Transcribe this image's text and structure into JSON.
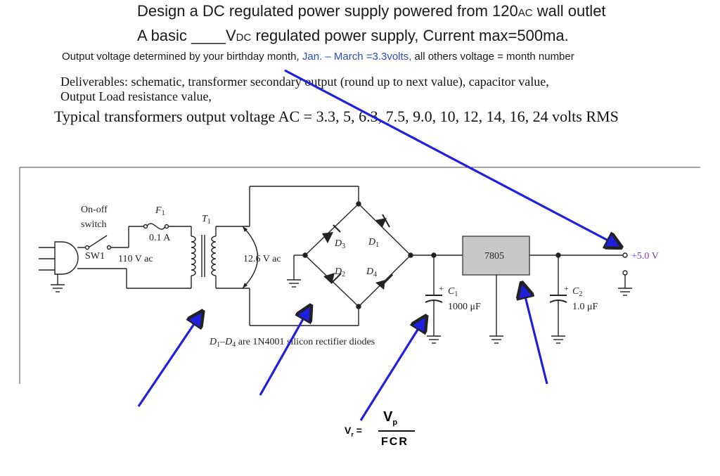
{
  "header": {
    "title": "Design a DC regulated power supply powered from 120",
    "title_ac": "AC",
    "title_end": " wall outlet",
    "subtitle_start": "A basic ____V",
    "subtitle_dc": "DC",
    "subtitle_end": " regulated power supply,  Current max=500ma.",
    "note_start": "Output voltage determined by your birthday month, ",
    "note_blue": "Jan. – March =3.3volts,",
    "note_end": " all others voltage = month number",
    "deliverables_1": "Deliverables: schematic, transformer secondary output (round up to next value), capacitor value,",
    "deliverables_2": "Output Load resistance value,",
    "typical": "Typical transformers output voltage AC = 3.3, 5, 6.3, 7.5, 9.0, 10, 12, 14, 16, 24 volts RMS"
  },
  "schematic": {
    "switch_label_1": "On-off",
    "switch_label_2": "switch",
    "switch_ref": "SW1",
    "input_voltage": "110 V ac",
    "fuse_ref": "F",
    "fuse_sub": "1",
    "fuse_value": "0.1 A",
    "transformer_ref": "T",
    "transformer_sub": "1",
    "secondary_voltage": "12.6 V ac",
    "d1": "D",
    "d1_sub": "1",
    "d2": "D",
    "d2_sub": "2",
    "d3": "D",
    "d3_sub": "3",
    "d4": "D",
    "d4_sub": "4",
    "regulator": "7805",
    "c1_ref": "C",
    "c1_sub": "1",
    "c1_value": "1000 μF",
    "c2_ref": "C",
    "c2_sub": "2",
    "c2_value": "1.0 μF",
    "output_voltage": "+5.0 V",
    "diode_note_a": "D",
    "diode_note_a_sub": "1",
    "diode_note_dash": "–D",
    "diode_note_b_sub": "4",
    "diode_note_end": " are 1N4001 silicon rectifier diodes",
    "plus": "+"
  },
  "formula": {
    "lhs": "V",
    "lhs_sub": "r",
    "equals": " =",
    "numerator": "V",
    "numerator_sub": "p",
    "denominator": "FCR"
  },
  "colors": {
    "arrow": "#1f1fe0",
    "output_label": "#7a3fbf",
    "note_blue": "#2a4bbf",
    "regulator_fill": "#c8c8c8"
  }
}
